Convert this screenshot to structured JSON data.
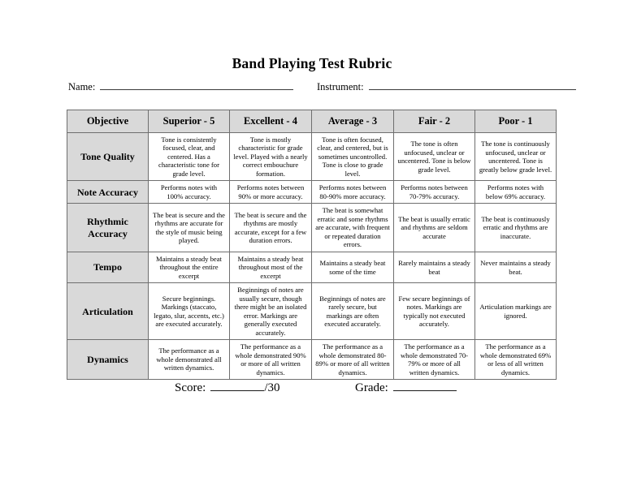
{
  "document": {
    "title": "Band Playing Test Rubric"
  },
  "fields": {
    "name_label": "Name:",
    "name_value": "",
    "instrument_label": "Instrument:",
    "instrument_value": ""
  },
  "table": {
    "headers": [
      "Objective",
      "Superior - 5",
      "Excellent - 4",
      "Average - 3",
      "Fair - 2",
      "Poor - 1"
    ],
    "rows": [
      {
        "objective": "Tone Quality",
        "cells": [
          "Tone is consistently focused, clear, and centered.  Has a characteristic tone for grade level.",
          "Tone is mostly characteristic for grade level. Played with a nearly correct embouchure formation.",
          "Tone is often focused, clear, and centered, but is sometimes uncontrolled. Tone is close to grade level.",
          "The tone is often unfocused, unclear or uncentered. Tone is below grade level.",
          "The tone is continuously unfocused, unclear or uncentered. Tone is greatly below grade level."
        ]
      },
      {
        "objective": "Note Accuracy",
        "cells": [
          "Performs notes with 100% accuracy.",
          "Performs notes between 90% or more accuracy.",
          "Performs notes between 80-90% more accuracy.",
          "Performs notes between 70-79% accuracy.",
          "Performs notes with below 69% accuracy."
        ]
      },
      {
        "objective": "Rhythmic Accuracy",
        "cells": [
          "The beat is secure and the rhythms are accurate for the style of music being played.",
          "The beat is secure and the rhythms are mostly accurate, except for a few duration errors.",
          "The beat is somewhat erratic and some rhythms are accurate, with frequent or repeated duration errors.",
          "The beat is usually erratic and rhythms are seldom accurate",
          "The beat is continuously erratic and rhythms are inaccurate."
        ]
      },
      {
        "objective": "Tempo",
        "cells": [
          "Maintains a steady beat throughout the entire excerpt",
          "Maintains a steady beat throughout most of the excerpt",
          "Maintains a steady beat some of the time",
          "Rarely maintains a steady beat",
          "Never maintains a steady beat."
        ]
      },
      {
        "objective": "Articulation",
        "cells": [
          "Secure beginnings. Markings (staccato, legato, slur, accents, etc.) are executed accurately.",
          "Beginnings of notes are usually secure, though there might be an isolated error. Markings are generally executed accurately.",
          "Beginnings of notes are rarely secure, but markings are often executed accurately.",
          "Few secure beginnings of notes. Markings are typically not executed accurately.",
          "Articulation markings are ignored."
        ]
      },
      {
        "objective": "Dynamics",
        "cells": [
          "The performance as a whole demonstrated all written dynamics.",
          "The performance as a whole demonstrated 90% or more of all written dynamics.",
          "The performance as a whole demonstrated 80-89% or more of all written dynamics.",
          "The performance as a whole demonstrated 70-79% or more of all written dynamics.",
          "The performance as a whole demonstrated 69% or less of all written dynamics."
        ]
      }
    ]
  },
  "footer": {
    "score_label": "Score:",
    "score_value": "",
    "score_suffix": "/30",
    "grade_label": "Grade:",
    "grade_value": ""
  },
  "colors": {
    "header_fill": "#d9d9d9",
    "border": "#6f6f6f",
    "text": "#000000",
    "page_background": "#ffffff"
  }
}
